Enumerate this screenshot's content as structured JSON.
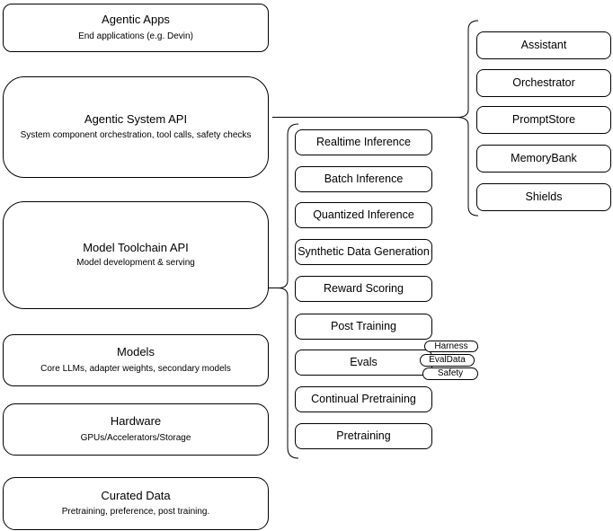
{
  "diagram": {
    "colors": {
      "background": "#ffffff",
      "node_fill": "#ffffff",
      "stroke": "#000000"
    },
    "left_stack": [
      {
        "title": "Agentic Apps",
        "subtitle": "End applications (e.g. Devin)"
      },
      {
        "title": "Agentic System API",
        "subtitle": "System component orchestration, tool calls, safety checks"
      },
      {
        "title": "Model Toolchain API",
        "subtitle": "Model development & serving"
      },
      {
        "title": "Models",
        "subtitle": "Core LLMs, adapter weights, secondary models"
      },
      {
        "title": "Hardware",
        "subtitle": "GPUs/Accelerators/Storage"
      },
      {
        "title": "Curated Data",
        "subtitle": "Pretraining, preference, post training."
      }
    ],
    "toolchain_components": [
      "Realtime Inference",
      "Batch Inference",
      "Quantized Inference",
      "Synthetic Data Generation",
      "Reward Scoring",
      "Post Training",
      "Evals",
      "Continual Pretraining",
      "Pretraining"
    ],
    "evals_tags": [
      "Harness",
      "EvalData",
      "Safety"
    ],
    "system_components": [
      "Assistant",
      "Orchestrator",
      "PromptStore",
      "MemoryBank",
      "Shields"
    ]
  }
}
